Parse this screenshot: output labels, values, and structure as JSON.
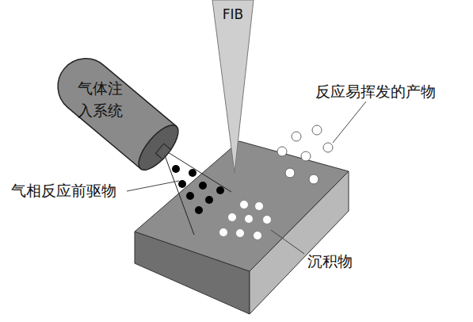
{
  "diagram": {
    "nodes": [
      {
        "text": [
          "FIB"
        ]
      },
      {
        "text": [
          "气体注入系统"
        ]
      }
    ],
    "labels": [
      "反应易挥发的产物",
      "气相反应前驱物",
      "沉积物"
    ]
  }
}
